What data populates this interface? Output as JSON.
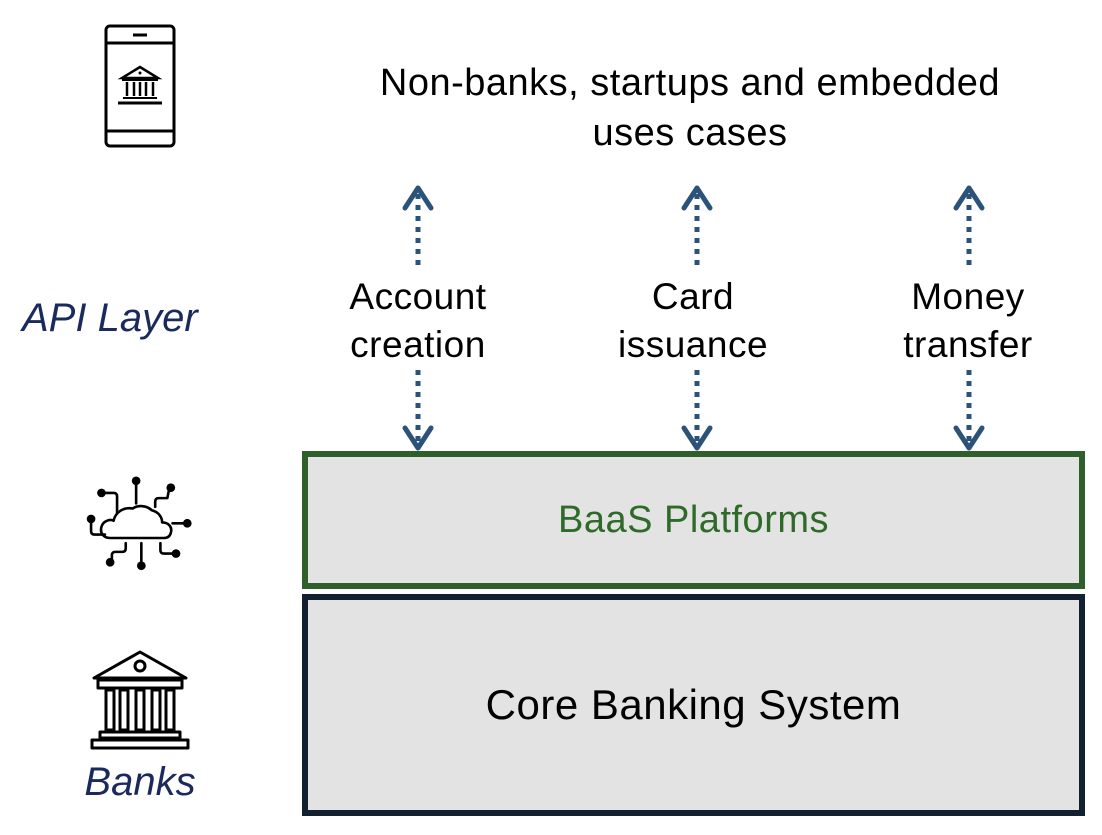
{
  "diagram": {
    "top_label": "Non-banks, startups and embedded uses cases",
    "top_label_lines": [
      "Non-banks, startups and embedded",
      "uses cases"
    ],
    "side_labels": {
      "api_layer": "API Layer",
      "banks": "Banks"
    },
    "api_services": [
      {
        "line1": "Account",
        "line2": "creation"
      },
      {
        "line1": "Card",
        "line2": "issuance"
      },
      {
        "line1": "Money",
        "line2": "transfer"
      }
    ],
    "layers": {
      "baas": "BaaS Platforms",
      "core": "Core Banking System"
    },
    "icons": {
      "top": "mobile-bank-icon",
      "middle": "cloud-network-icon",
      "bottom": "bank-building-icon"
    },
    "colors": {
      "arrow": "#2b5278",
      "baas_border": "#2f5f2a",
      "baas_text": "#2f6b28",
      "core_border": "#13202f",
      "box_fill": "#e3e3e3",
      "side_label": "#1b2a5c"
    }
  }
}
